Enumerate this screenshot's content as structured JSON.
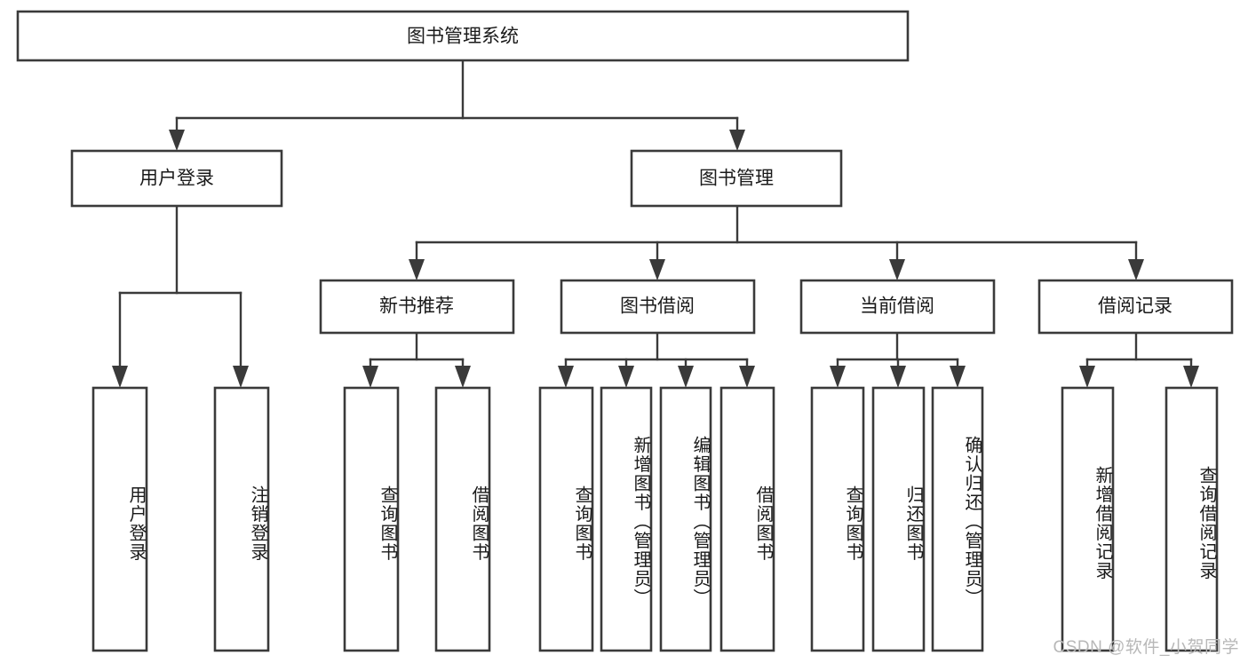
{
  "diagram": {
    "type": "tree-hierarchy-flowchart",
    "title": "图书管理系统",
    "colors": {
      "box_fill": "#ffffff",
      "box_stroke": "#3a3a3a",
      "connector": "#3a3a3a",
      "text": "#1a1a1a",
      "background": "#ffffff",
      "watermark": "#b8b8b8"
    },
    "root": {
      "label": "图书管理系统"
    },
    "level2": [
      {
        "label": "用户登录"
      },
      {
        "label": "图书管理"
      }
    ],
    "level3": [
      {
        "label": "新书推荐"
      },
      {
        "label": "图书借阅"
      },
      {
        "label": "当前借阅"
      },
      {
        "label": "借阅记录"
      }
    ],
    "leaves": {
      "user_login": [
        {
          "label": "用户登录"
        },
        {
          "label": "注销登录"
        }
      ],
      "new_book_recommend": [
        {
          "label": "查询图书"
        },
        {
          "label": "借阅图书"
        }
      ],
      "book_borrow": [
        {
          "label": "查询图书"
        },
        {
          "label": "新增图书（管理员）"
        },
        {
          "label": "编辑图书（管理员）"
        },
        {
          "label": "借阅图书"
        }
      ],
      "current_borrow": [
        {
          "label": "查询图书"
        },
        {
          "label": "归还图书"
        },
        {
          "label": "确认归还（管理员）"
        }
      ],
      "borrow_record": [
        {
          "label": "新增借阅记录"
        },
        {
          "label": "查询借阅记录"
        }
      ]
    }
  },
  "watermark": {
    "text": "CSDN @软件_小贺同学"
  }
}
